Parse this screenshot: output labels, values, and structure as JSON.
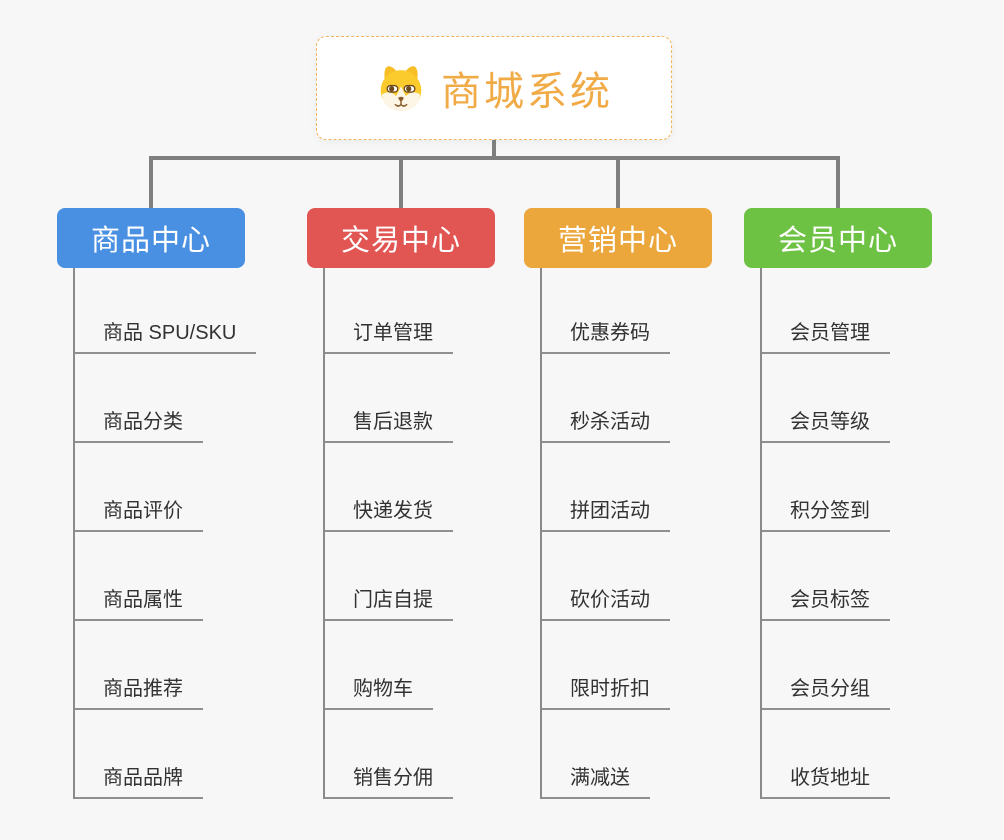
{
  "root": {
    "title": "商城系统",
    "icon": "dog-mascot-icon",
    "title_color": "#f0ab47",
    "border_color": "#f3b35c"
  },
  "connector_color": "#7f7f7f",
  "background_color": "#f7f7f7",
  "branches": [
    {
      "label": "商品中心",
      "color": "#4a90e2",
      "items": [
        "商品 SPU/SKU",
        "商品分类",
        "商品评价",
        "商品属性",
        "商品推荐",
        "商品品牌"
      ]
    },
    {
      "label": "交易中心",
      "color": "#e15552",
      "items": [
        "订单管理",
        "售后退款",
        "快递发货",
        "门店自提",
        "购物车",
        "销售分佣"
      ]
    },
    {
      "label": "营销中心",
      "color": "#eba63c",
      "items": [
        "优惠券码",
        "秒杀活动",
        "拼团活动",
        "砍价活动",
        "限时折扣",
        "满减送"
      ]
    },
    {
      "label": "会员中心",
      "color": "#6dc143",
      "items": [
        "会员管理",
        "会员等级",
        "积分签到",
        "会员标签",
        "会员分组",
        "收货地址"
      ]
    }
  ]
}
